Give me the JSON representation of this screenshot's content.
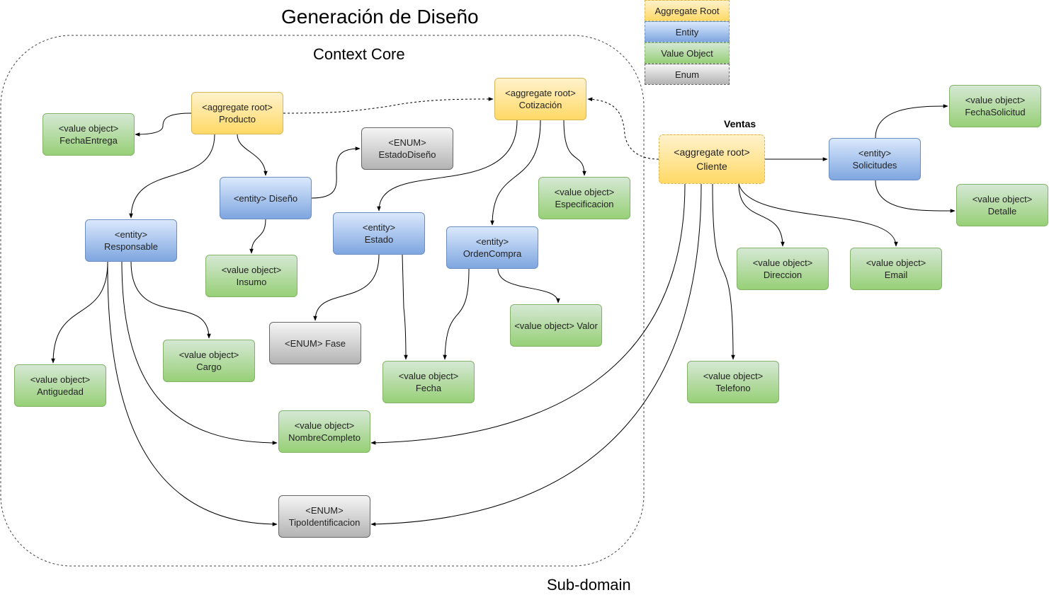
{
  "title": "Generación de Diseño",
  "context_label": "Context Core",
  "subdomain_label": "Sub-domain",
  "ventas_label": "Ventas",
  "legend": {
    "aggregate_root": "Aggregate Root",
    "entity": "Entity",
    "value_object": "Value Object",
    "enum": "Enum"
  },
  "nodes": {
    "producto": {
      "stereotype": "<aggregate root>",
      "name": "Producto"
    },
    "cotizacion": {
      "stereotype": "<aggregate root>",
      "name": "Cotización"
    },
    "cliente": {
      "stereotype": "<aggregate root>",
      "name": "Cliente"
    },
    "diseno": {
      "label": "<entity> Diseño"
    },
    "responsable": {
      "stereotype": "<entity>",
      "name": "Responsable"
    },
    "estado": {
      "stereotype": "<entity>",
      "name": "Estado"
    },
    "orden_compra": {
      "stereotype": "<entity>",
      "name": "OrdenCompra"
    },
    "solicitudes": {
      "stereotype": "<entity>",
      "name": "Solicitudes"
    },
    "fecha_entrega": {
      "stereotype": "<value object>",
      "name": "FechaEntrega"
    },
    "insumo": {
      "stereotype": "<value object>",
      "name": "Insumo"
    },
    "especificacion": {
      "stereotype": "<value object>",
      "name": "Especificacion"
    },
    "valor": {
      "label": "<value object> Valor"
    },
    "cargo": {
      "stereotype": "<value object>",
      "name": "Cargo"
    },
    "antiguedad": {
      "stereotype": "<value object>",
      "name": "Antiguedad"
    },
    "fecha": {
      "stereotype": "<value object>",
      "name": "Fecha"
    },
    "nombre_completo": {
      "stereotype": "<value object>",
      "name": "NombreCompleto"
    },
    "fecha_solicitud": {
      "stereotype": "<value object>",
      "name": "FechaSolicitud"
    },
    "detalle": {
      "stereotype": "<value object>",
      "name": "Detalle"
    },
    "direccion": {
      "stereotype": "<value object>",
      "name": "Direccion"
    },
    "email": {
      "stereotype": "<value object>",
      "name": "Email"
    },
    "telefono": {
      "stereotype": "<value object>",
      "name": "Telefono"
    },
    "estado_diseno": {
      "stereotype": "<ENUM>",
      "name": "EstadoDiseño"
    },
    "fase": {
      "label": "<ENUM> Fase"
    },
    "tipo_identificacion": {
      "stereotype": "<ENUM>",
      "name": "TipoIdentificacion"
    }
  },
  "colors": {
    "aggregate_root": "#ffd966",
    "entity": "#7ea6e0",
    "value_object": "#97d077",
    "enum": "#b3b3b3",
    "edge": "#000000"
  }
}
